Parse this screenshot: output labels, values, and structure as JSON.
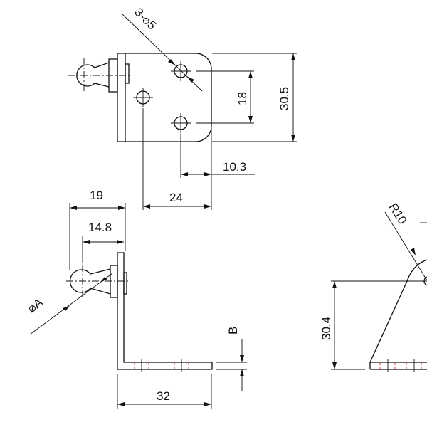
{
  "drawing": {
    "top_view": {
      "hole_callout": "3-⌀5",
      "dim_hole_spacing": "18",
      "dim_height": "30.5",
      "dim_edge_offset": "10.3",
      "dim_hole_horizontal": "24"
    },
    "side_view": {
      "dim_ball_overall": "19",
      "dim_ball_center": "14.8",
      "ball_diameter": "⌀A",
      "thickness": "B",
      "dim_base_length": "32"
    },
    "end_view": {
      "radius": "R10",
      "dim_center_height": "30.4"
    },
    "colors": {
      "line": "#111111",
      "hidden": "#e03030"
    }
  }
}
